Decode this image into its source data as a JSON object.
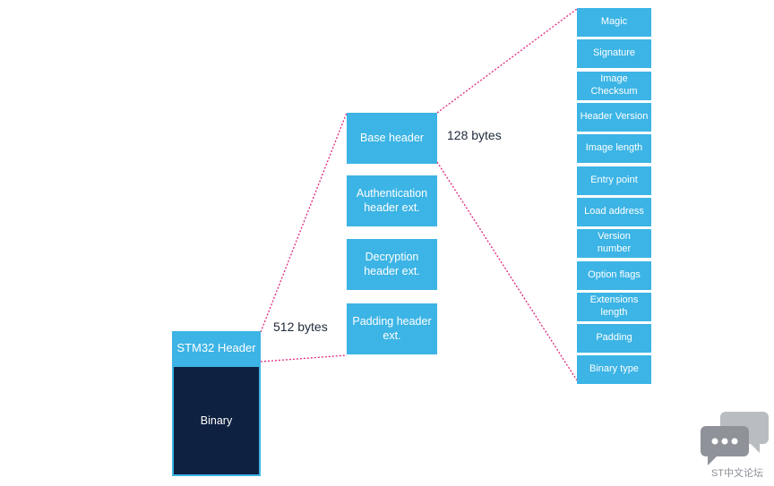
{
  "binary_block": {
    "header_label": "STM32 Header",
    "binary_label": "Binary",
    "header_size_label": "512 bytes"
  },
  "header_components": [
    {
      "label": "Base header"
    },
    {
      "label": "Authentication header ext."
    },
    {
      "label": "Decryption header ext."
    },
    {
      "label": "Padding header ext."
    }
  ],
  "base_header_size_label": "128 bytes",
  "base_header_fields": [
    {
      "label": "Magic"
    },
    {
      "label": "Signature"
    },
    {
      "label": "Image Checksum"
    },
    {
      "label": "Header Version"
    },
    {
      "label": "Image length"
    },
    {
      "label": "Entry point"
    },
    {
      "label": "Load address"
    },
    {
      "label": "Version number"
    },
    {
      "label": "Option flags"
    },
    {
      "label": "Extensions length"
    },
    {
      "label": "Padding"
    },
    {
      "label": "Binary type"
    }
  ],
  "colors": {
    "box_fill": "#3cb4e5",
    "binary_fill": "#0f2140",
    "connector": "#e0267d"
  },
  "watermark": {
    "icon": "chat-bubbles-icon",
    "text": "ST中文论坛"
  }
}
